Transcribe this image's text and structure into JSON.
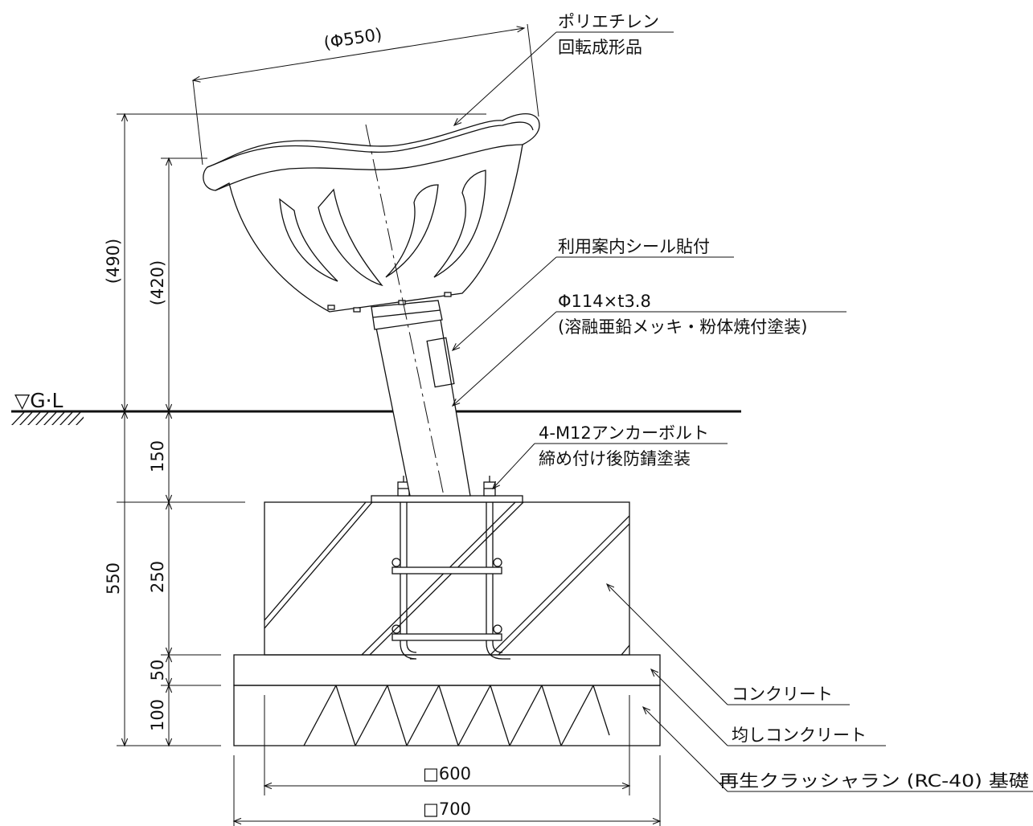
{
  "ground": {
    "label": "▽G·L"
  },
  "dimensions": {
    "bowl_diameter": "(Φ550)",
    "total_above": "(490)",
    "bowl_height": "(420)",
    "d150": "150",
    "d250": "250",
    "d50": "50",
    "d100": "100",
    "d550": "550",
    "sq600": "□600",
    "sq700": "□700"
  },
  "labels": {
    "bowl_line1": "ポリエチレン",
    "bowl_line2": "回転成形品",
    "sticker": "利用案内シール貼付",
    "pipe_line1": "Φ114×t3.8",
    "pipe_line2": "(溶融亜鉛メッキ・粉体焼付塗装)",
    "anchor_line1": "4-M12アンカーボルト",
    "anchor_line2": "締め付け後防錆塗装",
    "concrete": "コンクリート",
    "leveling": "均しコンクリート",
    "crusher": "再生クラッシャラン (RC-40) 基礎"
  }
}
